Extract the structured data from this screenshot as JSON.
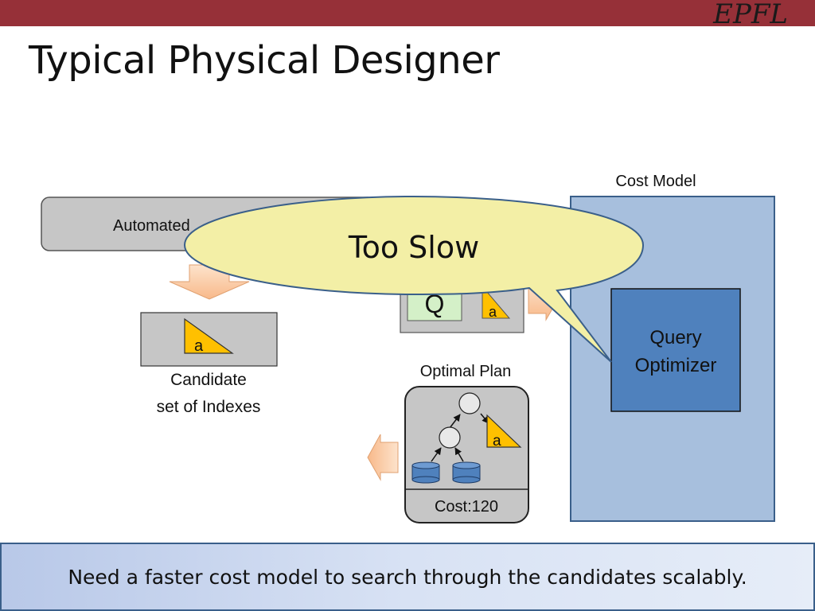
{
  "header": {
    "logo_text": "EPFL",
    "title": "Typical Physical Designer",
    "bar_color": "#963038"
  },
  "diagram": {
    "automated_box_label": "Automated",
    "candidate": {
      "index_label": "a",
      "caption_line1": "Candidate",
      "caption_line2": "set of Indexes"
    },
    "query_box": {
      "query_label": "Q",
      "index_label": "a"
    },
    "optimal_plan": {
      "label": "Optimal Plan",
      "index_label": "a",
      "cost_label": "Cost:120"
    },
    "cost_model": {
      "label": "Cost Model",
      "optimizer_line1": "Query",
      "optimizer_line2": "Optimizer"
    },
    "callout": {
      "text": "Too Slow"
    }
  },
  "footer": {
    "message": "Need a faster cost model to search through the candidates scalably."
  },
  "colors": {
    "cost_model_fill": "#a7bfdd",
    "optimizer_fill": "#4f81bd",
    "callout_fill": "#f3efa6",
    "index_fill": "#ffc000",
    "arrow_fill": "#fbcfa8",
    "gray_box": "#c6c6c6"
  }
}
